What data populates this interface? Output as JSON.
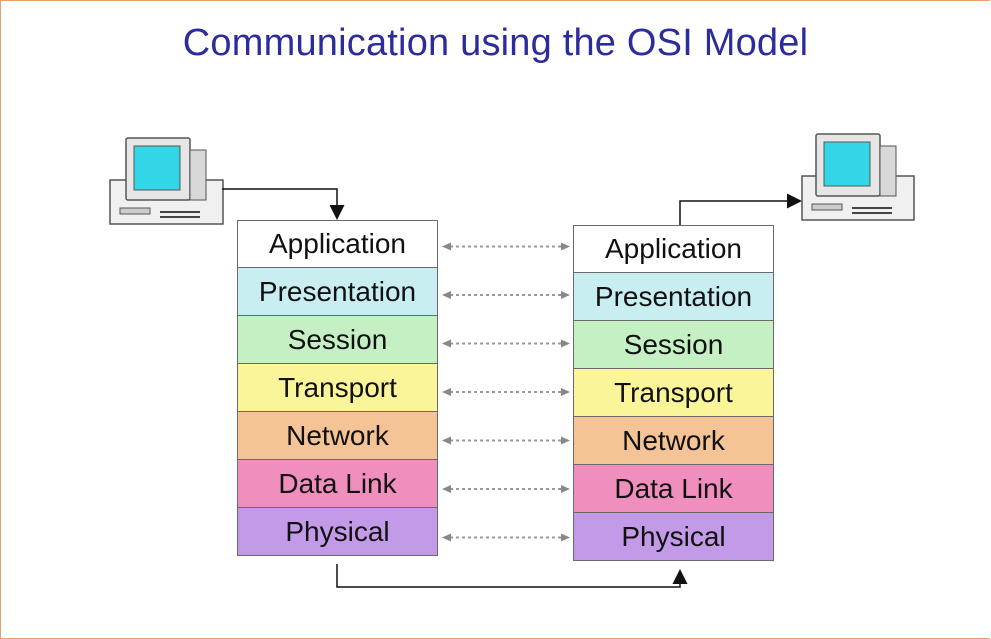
{
  "title": "Communication using the OSI Model",
  "layers": [
    {
      "label": "Application",
      "color": "#ffffff"
    },
    {
      "label": "Presentation",
      "color": "#c9eef2"
    },
    {
      "label": "Session",
      "color": "#c4f0c4"
    },
    {
      "label": "Transport",
      "color": "#fbf59a"
    },
    {
      "label": "Network",
      "color": "#f5c496"
    },
    {
      "label": "Data Link",
      "color": "#f08fbd"
    },
    {
      "label": "Physical",
      "color": "#c39ae8"
    }
  ],
  "colors": {
    "title": "#2c2c9c",
    "frame": "#e8a070",
    "monitor_screen": "#33d6e6",
    "computer_body": "#f0f0f0",
    "peer_arrow": "#999999"
  }
}
